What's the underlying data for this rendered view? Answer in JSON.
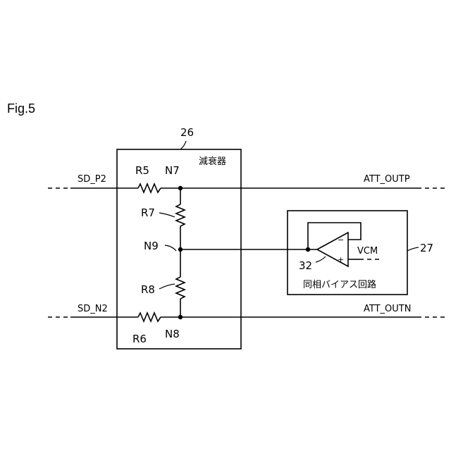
{
  "figure_label": "Fig.5",
  "attenuator": {
    "ref": "26",
    "title": "減衰器"
  },
  "bias_circuit": {
    "ref": "27",
    "title": "同相バイアス回路"
  },
  "amplifier": {
    "ref": "32",
    "minus": "−",
    "plus": "+",
    "vcm_label": "VCM"
  },
  "signals": {
    "sd_p2": "SD_P2",
    "sd_n2": "SD_N2",
    "att_outp": "ATT_OUTP",
    "att_outn": "ATT_OUTN"
  },
  "components": {
    "r5": "R5",
    "r6": "R6",
    "r7": "R7",
    "r8": "R8"
  },
  "nodes": {
    "n7": "N7",
    "n8": "N8",
    "n9": "N9"
  }
}
